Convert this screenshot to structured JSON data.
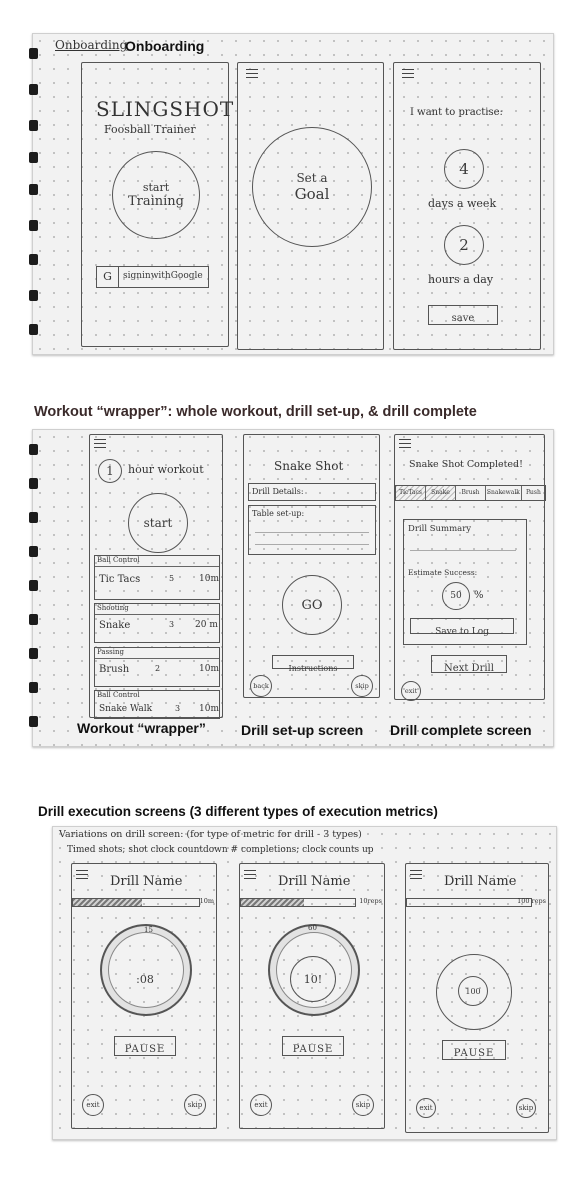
{
  "sections": {
    "onboarding": {
      "sketch_label": "Onboarding",
      "title": "Onboarding"
    },
    "workout": {
      "title": "Workout “wrapper”: whole workout, drill set-up, & drill complete"
    },
    "execution": {
      "title": "Drill execution screens (3 different types of execution metrics)"
    }
  },
  "onboarding": {
    "screen1": {
      "app_name": "SLINGSHOT",
      "app_subtitle": "Foosball Trainer",
      "start_line1": "start",
      "start_line2": "Training",
      "google_letter": "G",
      "google_label": "signinwithGoogle"
    },
    "screen2": {
      "goal_line1": "Set a",
      "goal_line2": "Goal"
    },
    "screen3": {
      "heading": "I want to practise:",
      "days_value": "4",
      "days_label": "days a week",
      "hours_value": "2",
      "hours_label": "hours a day",
      "save_label": "save"
    }
  },
  "workout": {
    "wrapper": {
      "header_number": "1",
      "header_label": "hour workout",
      "start_label": "start",
      "drills": [
        {
          "category": "Ball Control",
          "name": "Tic Tacs",
          "reps": "5",
          "duration": "10m"
        },
        {
          "category": "Shooting",
          "name": "Snake",
          "reps": "3",
          "duration": "20 m"
        },
        {
          "category": "Passing",
          "name": "Brush",
          "reps": "2",
          "duration": "10m"
        },
        {
          "category": "Ball Control",
          "name": "Snake Walk",
          "reps": "3",
          "duration": "10m"
        }
      ]
    },
    "setup": {
      "title": "Snake Shot",
      "details_label": "Drill Details:",
      "table_label": "Table set-up:",
      "go_label": "GO",
      "instructions_label": "Instructions",
      "back_label": "back",
      "skip_label": "skip"
    },
    "complete": {
      "title": "Snake Shot Completed!",
      "tabs": [
        "TicTacs",
        "Snake",
        "Brush",
        "Snakewalk",
        "Push"
      ],
      "summary_label": "Drill Summary",
      "estimate_label": "Estimate Success:",
      "success_value": "50",
      "success_unit": "%",
      "save_log_label": "Save to Log",
      "next_label": "Next Drill",
      "exit_label": "exit"
    }
  },
  "captions": {
    "wrapper": "Workout “wrapper”",
    "setup": "Drill set-up screen",
    "complete": "Drill complete screen"
  },
  "execution": {
    "notes": {
      "line1": "Variations on drill screen: (for type of metric for drill - 3 types)",
      "line2": "Timed shots; shot clock countdown # completions; clock counts up"
    },
    "screens": [
      {
        "title": "Drill Name",
        "progress_label": "10m",
        "progress_fraction": 0.55,
        "top_num": "15",
        "center": ":08",
        "pause_label": "PAUSE",
        "exit_label": "exit",
        "skip_label": "skip"
      },
      {
        "title": "Drill Name",
        "progress_label": "10reps",
        "progress_fraction": 0.55,
        "top_num": "60",
        "center": "10!",
        "pause_label": "PAUSE",
        "exit_label": "exit",
        "skip_label": "skip"
      },
      {
        "title": "Drill Name",
        "progress_label": "100 reps",
        "progress_fraction": 0,
        "top_num": "",
        "center": "100",
        "pause_label": "PAUSE",
        "exit_label": "exit",
        "skip_label": "skip"
      }
    ]
  }
}
